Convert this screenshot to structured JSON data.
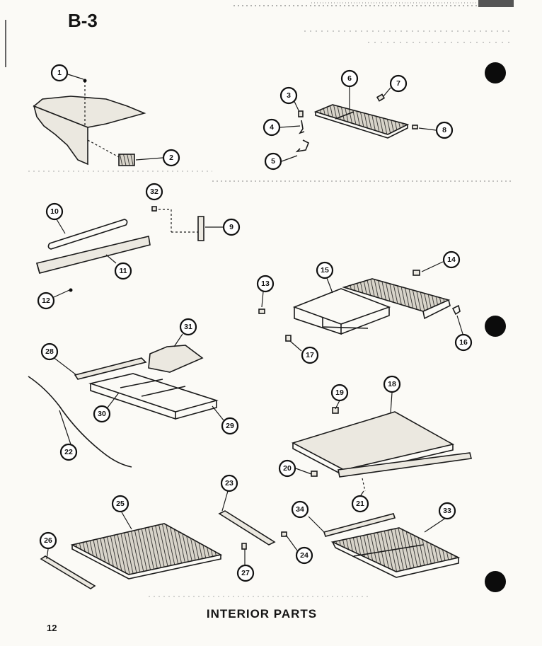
{
  "page": {
    "title": "B-3",
    "caption": "INTERIOR PARTS",
    "page_number": "12"
  },
  "callouts": [
    {
      "n": "1"
    },
    {
      "n": "2"
    },
    {
      "n": "3"
    },
    {
      "n": "4"
    },
    {
      "n": "5"
    },
    {
      "n": "6"
    },
    {
      "n": "7"
    },
    {
      "n": "8"
    },
    {
      "n": "9"
    },
    {
      "n": "10"
    },
    {
      "n": "11"
    },
    {
      "n": "12"
    },
    {
      "n": "13"
    },
    {
      "n": "14"
    },
    {
      "n": "15"
    },
    {
      "n": "16"
    },
    {
      "n": "17"
    },
    {
      "n": "18"
    },
    {
      "n": "19"
    },
    {
      "n": "20"
    },
    {
      "n": "21"
    },
    {
      "n": "22"
    },
    {
      "n": "23"
    },
    {
      "n": "24"
    },
    {
      "n": "25"
    },
    {
      "n": "26"
    },
    {
      "n": "27"
    },
    {
      "n": "28"
    },
    {
      "n": "29"
    },
    {
      "n": "30"
    },
    {
      "n": "31"
    },
    {
      "n": "32"
    },
    {
      "n": "33"
    },
    {
      "n": "34"
    }
  ]
}
